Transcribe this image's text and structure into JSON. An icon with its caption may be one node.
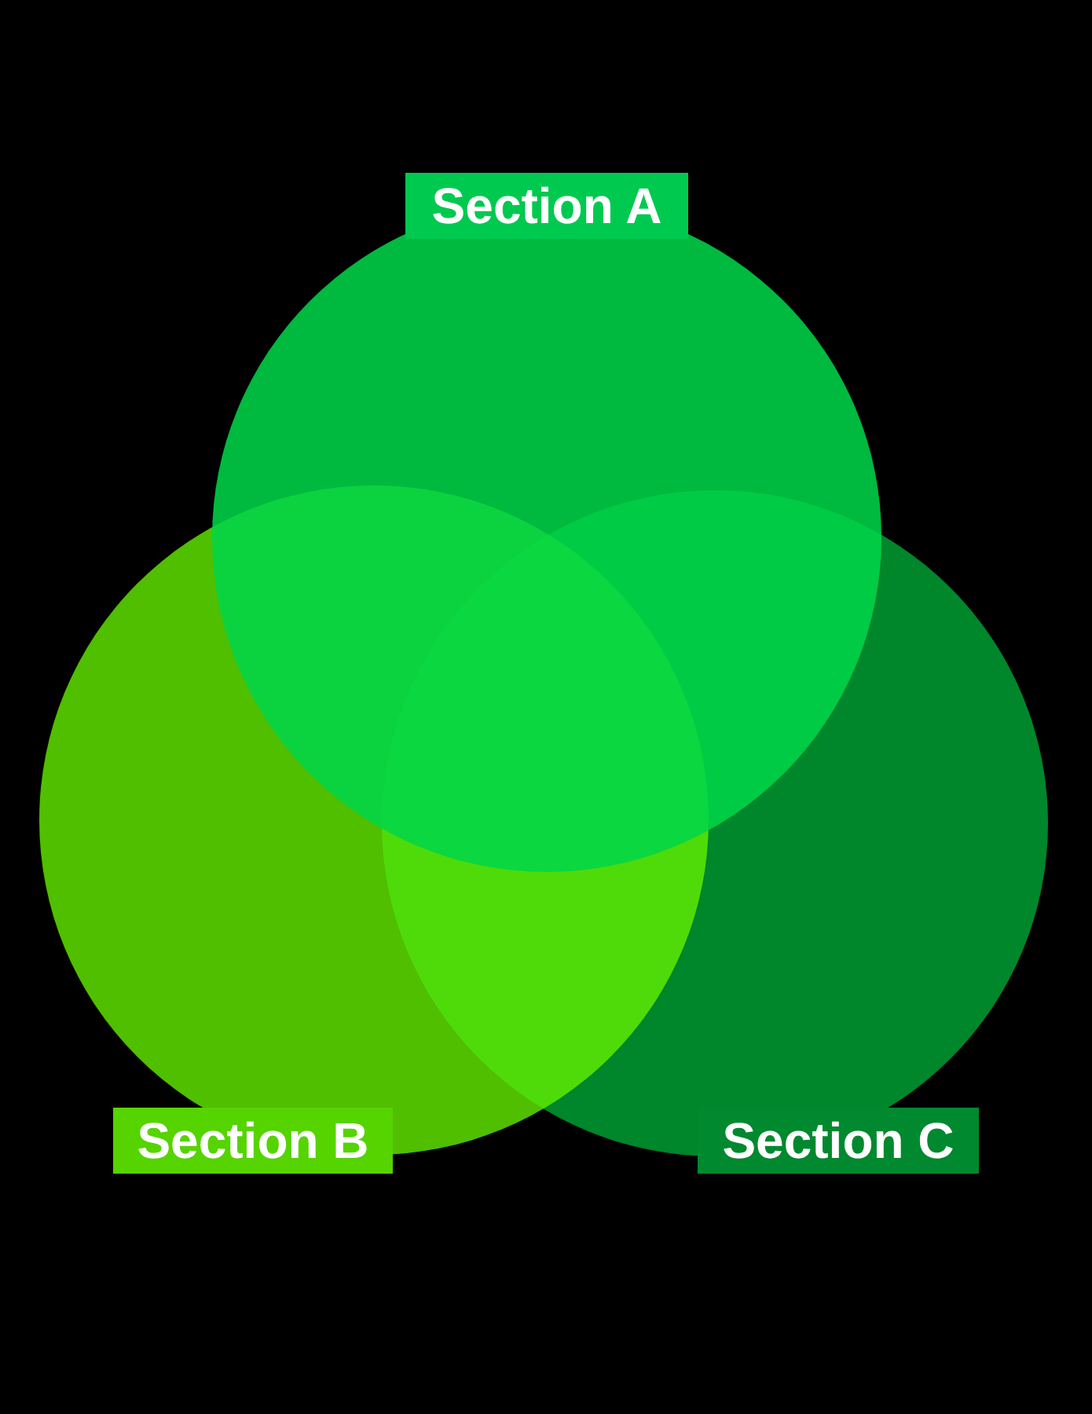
{
  "diagram": {
    "nodes": [
      {
        "text": [
          "Section A"
        ]
      },
      {
        "text": [
          "Section B"
        ]
      },
      {
        "text": [
          "Section C"
        ]
      }
    ]
  }
}
